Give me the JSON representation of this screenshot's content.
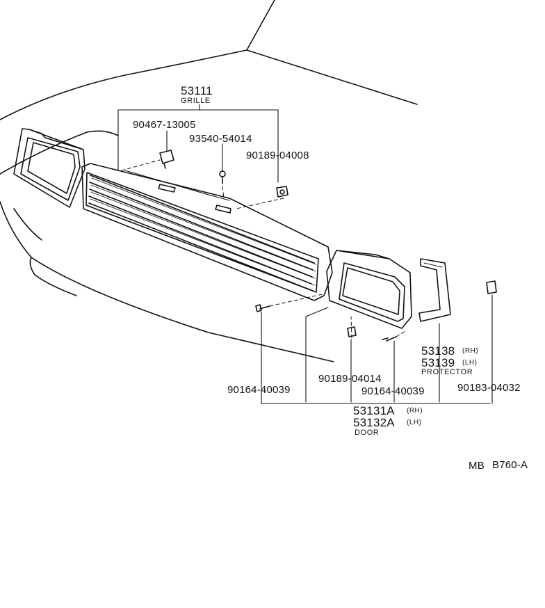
{
  "parts": {
    "grille": {
      "number": "53111",
      "name": "GRILLE"
    },
    "clip_90467": {
      "number": "90467-13005"
    },
    "screw_93540": {
      "number": "93540-54014"
    },
    "nut_90189_a": {
      "number": "90189-04008"
    },
    "screw_90164_left": {
      "number": "90164-40039"
    },
    "nut_90189_b": {
      "number": "90189-04014"
    },
    "screw_90164_right": {
      "number": "90164-40039"
    },
    "nut_90183": {
      "number": "90183-04032"
    },
    "protector": {
      "number_rh": "53138",
      "tag_rh": "(RH)",
      "number_lh": "53139",
      "tag_lh": "(LH)",
      "name": "PROTECTOR"
    },
    "door": {
      "number_rh": "53131A",
      "tag_rh": "(RH)",
      "number_lh": "53132A",
      "tag_lh": "(LH)",
      "name": "DOOR"
    }
  },
  "code": {
    "prefix": "MB",
    "id": "B760-A"
  },
  "colors": {
    "ink": "#111111",
    "paper": "#ffffff"
  }
}
